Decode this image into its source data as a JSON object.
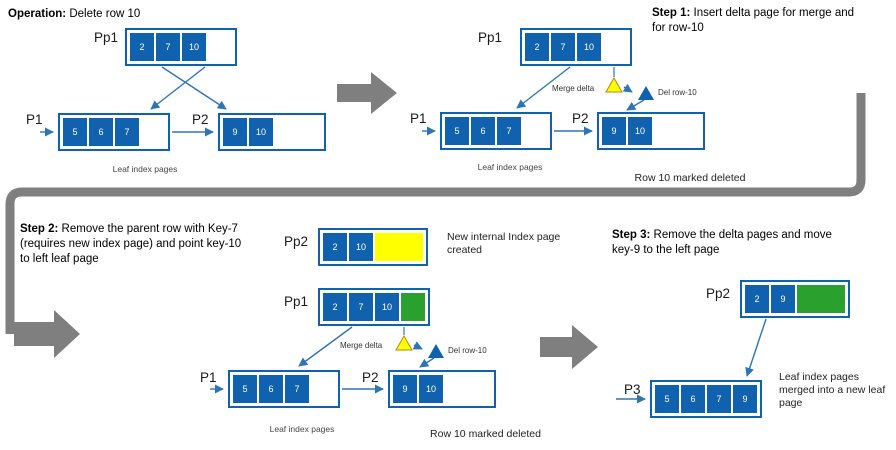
{
  "colors": {
    "page_blue": "#1061AE",
    "arrow_blue": "#2E75B6",
    "flow_gray": "#7F7F7F",
    "highlight_yellow": "#FFFF00",
    "highlight_green": "#2AA12E"
  },
  "steps": {
    "operation": {
      "lead": "Operation:",
      "rest": " Delete row 10"
    },
    "step1": {
      "lead": "Step 1:",
      "rest": " Insert delta page for merge and for row-10"
    },
    "step2": {
      "lead": "Step 2:",
      "rest": " Remove the parent row with Key-7 (requires new index page) and point key-10 to left leaf page"
    },
    "step3": {
      "lead": "Step 3:",
      "rest": " Remove the delta pages and move key-9 to the left page"
    }
  },
  "labels": {
    "merge_delta": "Merge delta",
    "del_row10": "Del row-10",
    "leaf_index_pages": "Leaf index pages",
    "row10_marked": "Row 10 marked deleted",
    "new_internal": "New internal Index page created",
    "merged_note": "Leaf index pages merged into a new leaf page"
  },
  "panels": {
    "op": {
      "pp1": {
        "label": "Pp1",
        "cells": [
          "2",
          "7",
          "10"
        ]
      },
      "p1": {
        "label": "P1",
        "cells": [
          "5",
          "6",
          "7"
        ]
      },
      "p2": {
        "label": "P2",
        "cells": [
          "9",
          "10"
        ]
      }
    },
    "step1": {
      "pp1": {
        "label": "Pp1",
        "cells": [
          "2",
          "7",
          "10"
        ]
      },
      "p1": {
        "label": "P1",
        "cells": [
          "5",
          "6",
          "7"
        ]
      },
      "p2": {
        "label": "P2",
        "cells": [
          "9",
          "10"
        ]
      }
    },
    "step2": {
      "pp2": {
        "label": "Pp2",
        "cells": [
          "2",
          "10"
        ]
      },
      "pp1": {
        "label": "Pp1",
        "cells": [
          "2",
          "7",
          "10"
        ]
      },
      "p1": {
        "label": "P1",
        "cells": [
          "5",
          "6",
          "7"
        ]
      },
      "p2": {
        "label": "P2",
        "cells": [
          "9",
          "10"
        ]
      }
    },
    "step3": {
      "pp2": {
        "label": "Pp2",
        "cells": [
          "2",
          "9"
        ]
      },
      "p3": {
        "label": "P3",
        "cells": [
          "5",
          "6",
          "7",
          "9"
        ]
      }
    }
  }
}
